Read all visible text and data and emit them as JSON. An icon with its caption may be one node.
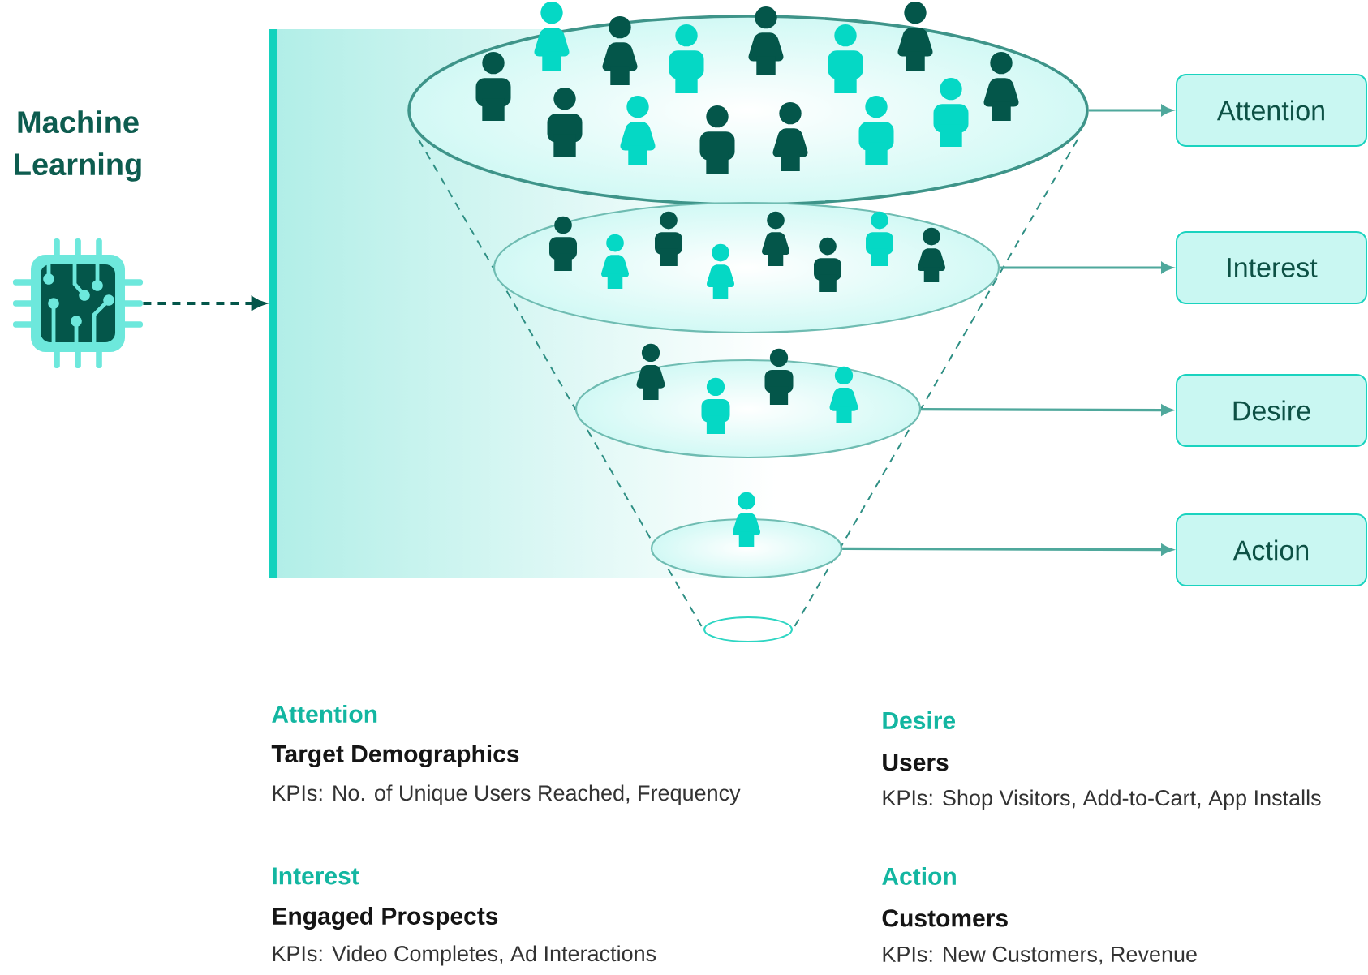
{
  "diagram": {
    "nodes": [
      {
        "text": [],
        "shape": "picture",
        "beside": [
          "Machine Learning"
        ]
      },
      {
        "text": [],
        "shape": "bar"
      },
      {
        "text": [],
        "shape": "ellipse"
      },
      {
        "text": [],
        "shape": "ellipse"
      },
      {
        "text": [],
        "shape": "ellipse"
      },
      {
        "text": [],
        "shape": "ellipse"
      },
      {
        "text": [
          "Attention"
        ]
      },
      {
        "text": [
          "Interest"
        ]
      },
      {
        "text": [
          "Desire"
        ]
      },
      {
        "text": [
          "Action"
        ]
      }
    ],
    "edges": [
      {
        "from": 0,
        "to": 1,
        "arrow": "to",
        "style": "dashed",
        "color": "#04564a"
      },
      {
        "from": 2,
        "to": 6,
        "arrow": "to"
      },
      {
        "from": 3,
        "to": 7,
        "arrow": "to"
      },
      {
        "from": 4,
        "to": 8,
        "arrow": "to"
      },
      {
        "from": 5,
        "to": 9,
        "arrow": "to"
      }
    ],
    "labels": [
      "Attention",
      "Target Demographics",
      "KPIs: No. of Unique Users Reached, Frequency",
      "Desire",
      "Users",
      "KPIs: Shop Visitors, Add-to-Cart, App Installs",
      "Interest",
      "Engaged Prospects",
      "KPIs: Video Completes, Ad Interactions",
      "Action",
      "Customers",
      "KPIs: New Customers, Revenue"
    ]
  }
}
